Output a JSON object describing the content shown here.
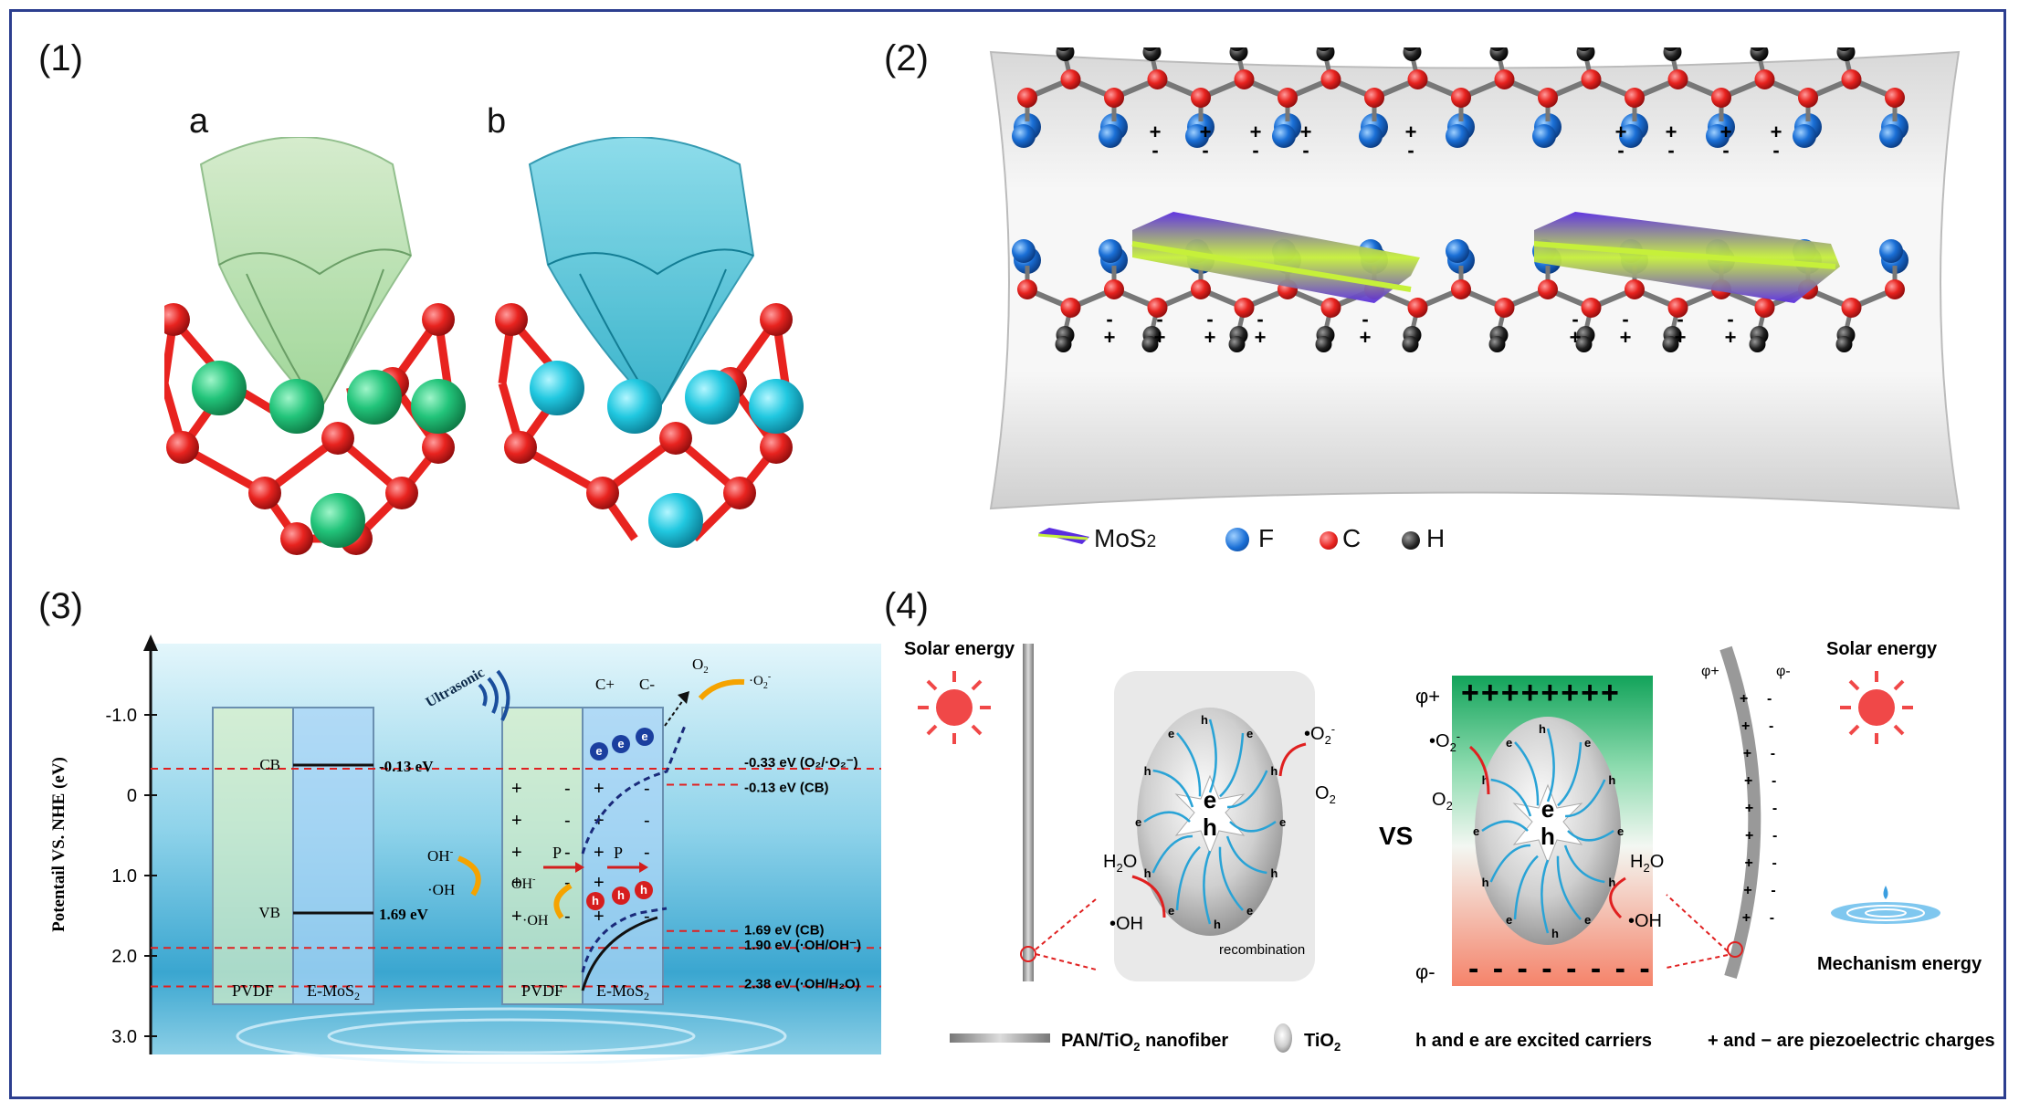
{
  "panels": {
    "p1": {
      "label": "(1)",
      "sub_a": "a",
      "sub_b": "b"
    },
    "p2": {
      "label": "(2)",
      "legend": {
        "mos2": "MoS",
        "mos2_sub": "2",
        "f": "F",
        "c": "C",
        "h": "H"
      },
      "charges": {
        "plus": "+",
        "minus": "-"
      }
    },
    "p3": {
      "label": "(3)",
      "ylabel": "Potentail VS. NHE (eV)",
      "yticks": [
        "-1.0",
        "0",
        "1.0",
        "2.0",
        "3.0"
      ],
      "ultrasonic": "Ultrasonic",
      "cb": "CB",
      "vb": "VB",
      "cb_value": "-0.13 eV",
      "vb_value": "1.69 eV",
      "oh_minus": "OH",
      "oh_radical": "·OH",
      "p_label": "P",
      "c_plus": "C+",
      "c_minus": "C-",
      "o2": "O",
      "o2_radical": "·O",
      "pvdf": "PVDF",
      "emos2": "E-MoS",
      "levels": [
        "-0.33 eV (O₂/·O₂⁻)",
        "-0.13 eV (CB)",
        "1.69 eV (CB)",
        "1.90 eV (·OH/OH⁻)",
        "2.38 eV (·OH/H₂O)"
      ]
    },
    "p4": {
      "label": "(4)",
      "solar_left": "Solar energy",
      "solar_right": "Solar energy",
      "vs": "VS",
      "phi_plus": "φ+",
      "phi_minus": "φ-",
      "phi_plus_small": "φ+",
      "phi_minus_small": "φ-",
      "plus_row": "++++++++",
      "minus_row": "- - - - - - - -",
      "o2_rad": "•O",
      "o2": "O",
      "h2o": "H",
      "oh": "•OH",
      "recombination": "recombination",
      "e": "e",
      "h": "h",
      "mechanism": "Mechanism energy",
      "legend_fiber": "PAN/TiO",
      "legend_fiber_tail": " nanofiber",
      "legend_tio2": "TiO",
      "legend_carriers": "h and e are excited carriers",
      "legend_charges": "+ and − are piezoelectric charges"
    }
  },
  "chart_data": {
    "type": "diagram",
    "band_levels_eV": [
      -0.33,
      -0.13,
      1.69,
      1.9,
      2.38
    ],
    "axis_range": [
      -1.0,
      3.0
    ]
  },
  "colors": {
    "frame": "#2c3e8f",
    "oxygen": "#e8231f",
    "fluorine": "#1a6fd6",
    "carbon": "#e8231f",
    "hydrogen": "#222222",
    "green_atom": "#22c47a",
    "cyan_atom": "#21c8e0"
  }
}
